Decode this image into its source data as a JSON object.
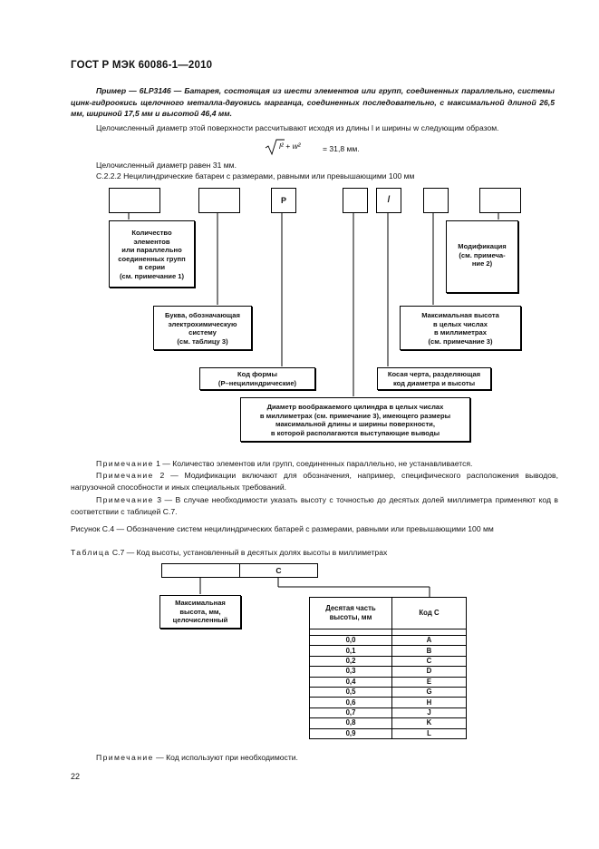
{
  "header": {
    "title": "ГОСТ Р МЭК 60086-1—2010"
  },
  "example": {
    "text": "Пример — 6LP3146 — Батарея, состоящая из шести элементов или групп, соединенных параллельно, системы цинк-гидроокись щелочного металла-двуокись марганца, соединенных последовательно, с максимальной длиной 26,5 мм, шириной 17,5 мм и высотой 46,4 мм."
  },
  "formula_intro": "Целочисленный диаметр этой поверхности рассчитывают исходя из длины  l  и ширины w следующим образом.",
  "formula": {
    "expr": "l² + w²",
    "result": "= 31,8 мм."
  },
  "diameter_line": "Целочисленный диаметр равен 31 мм.",
  "section": "С.2.2.2  Нецилиндрические батареи с размерами, равными или превышающими 100 мм",
  "diagram": {
    "box_p": "P",
    "box_slash": "/",
    "labels": {
      "count": [
        "Количество",
        "элементов",
        "или параллельно",
        "соединенных групп",
        "в серии",
        "(см. примечание 1)"
      ],
      "modification": [
        "Модификация",
        "(см. примеча-",
        "ние 2)"
      ],
      "letter": [
        "Буква, обозначающая",
        "электрохимическую",
        "систему",
        "(см. таблицу 3)"
      ],
      "height": [
        "Максимальная высота",
        "в целых числах",
        "в миллиметрах",
        "(см. примечание 3)"
      ],
      "shape": [
        "Код формы",
        "(P–нецилиндрические)"
      ],
      "slash": [
        "Косая черта, разделяющая",
        "код диаметра и высоты"
      ],
      "diameter": [
        "Диаметр воображаемого цилиндра в целых числах",
        "в миллиметрах (см. примечание 3), имеющего размеры",
        "максимальной длины и ширины поверхности,",
        "в которой располагаются выступающие выводы"
      ]
    }
  },
  "notes": {
    "prefix": "Примечание",
    "n1": " 1 — Количество элементов или групп, соединенных параллельно, не устанавливается.",
    "n2": " 2 — Модификации включают для обозначения, например, специфического расположения выводов, нагрузочной способности и иных специальных требований.",
    "n3": " 3 — В случае необходимости указать высоту с точностью до десятых долей миллиметра применяют код в соответствии с таблицей С.7."
  },
  "figure_caption": "Рисунок С.4 — Обозначение систем нецилиндрических батарей с размерами, равными или превышающими 100 мм",
  "table_caption": {
    "prefix": "Таблица",
    "text": " С.7 — Код высоты, установленный в десятых долях высоты в миллиметрах"
  },
  "code_diagram": {
    "c_label": "C",
    "left_label": [
      "Максимальная",
      "высота, мм,",
      "целочисленный"
    ]
  },
  "table": {
    "headers": [
      "Десятая часть высоты, мм",
      "Код С"
    ],
    "rows": [
      [
        "0,0",
        "A"
      ],
      [
        "0,1",
        "B"
      ],
      [
        "0,2",
        "C"
      ],
      [
        "0,3",
        "D"
      ],
      [
        "0,4",
        "E"
      ],
      [
        "0,5",
        "G"
      ],
      [
        "0,6",
        "H"
      ],
      [
        "0,7",
        "J"
      ],
      [
        "0,8",
        "K"
      ],
      [
        "0,9",
        "L"
      ]
    ]
  },
  "final_note": {
    "prefix": "Примечание",
    "text": " — Код используют при необходимости."
  },
  "page_number": "22"
}
